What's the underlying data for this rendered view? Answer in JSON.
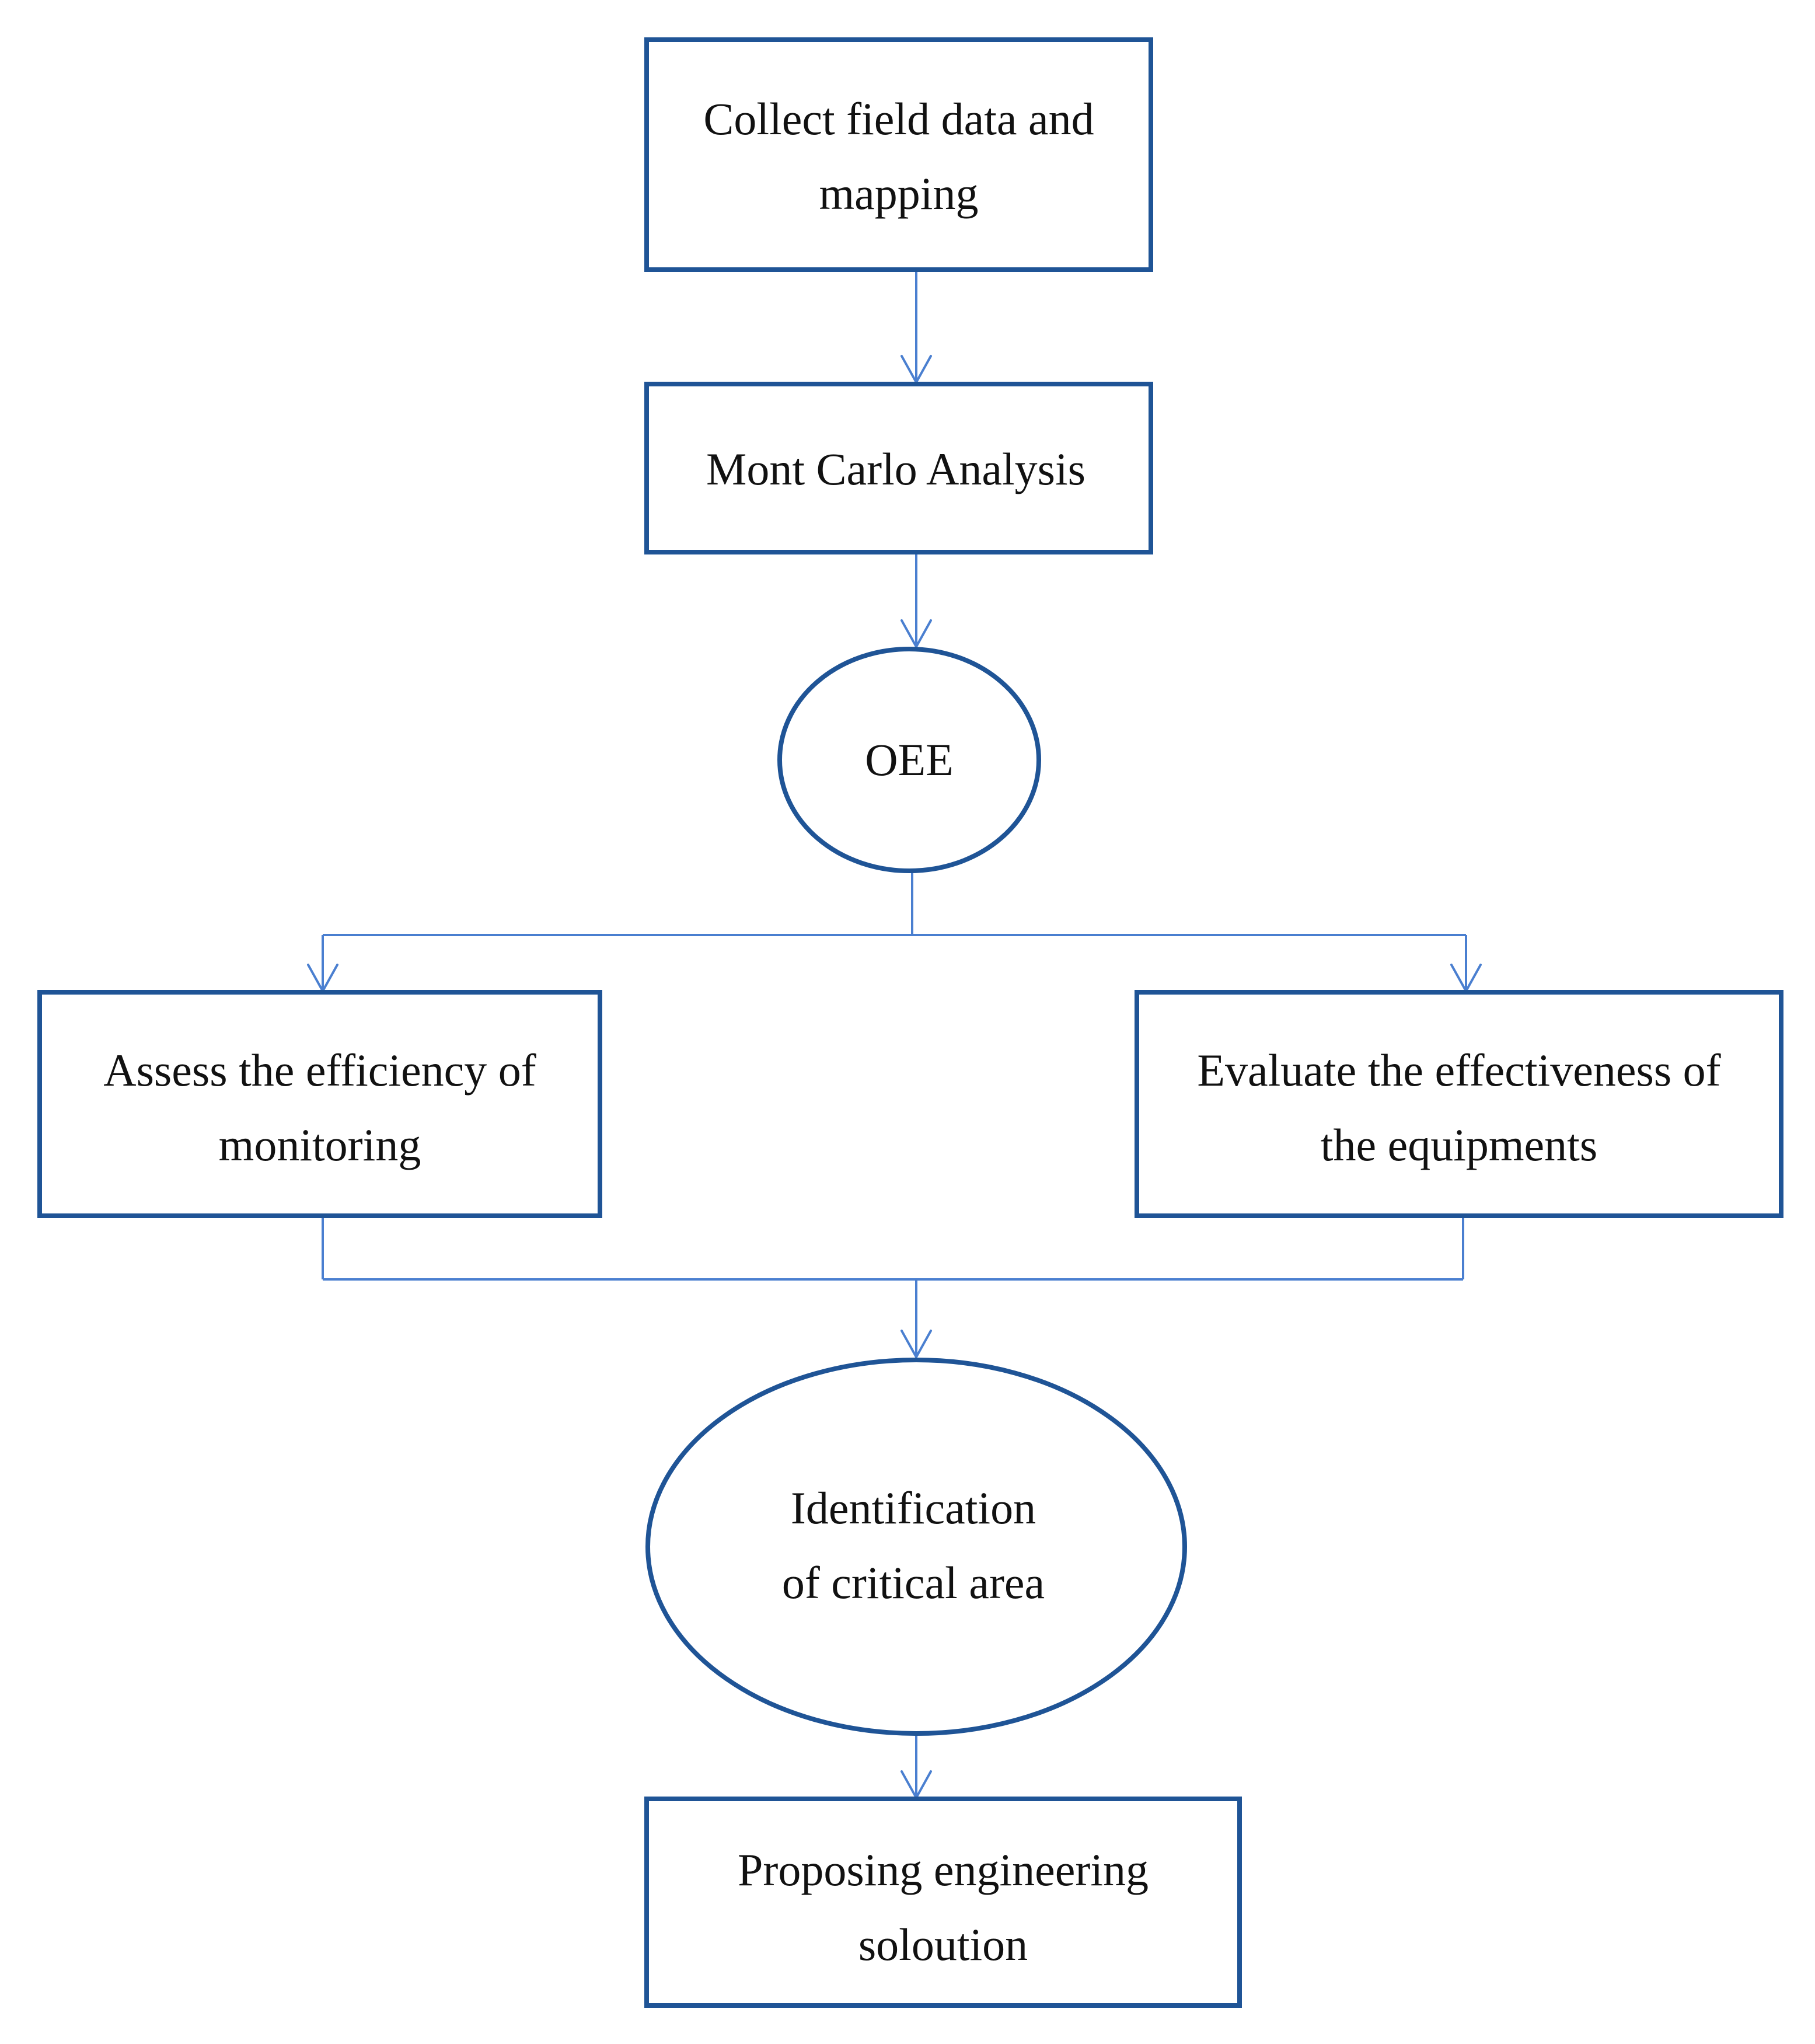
{
  "diagram": {
    "nodes": {
      "collect": {
        "shape": "rectangle",
        "lines": [
          "Collect field data and",
          "mapping"
        ]
      },
      "montecarlo": {
        "shape": "rectangle",
        "lines": [
          "Mont Carlo Analysis"
        ]
      },
      "oee": {
        "shape": "ellipse",
        "lines": [
          "OEE"
        ]
      },
      "assess": {
        "shape": "rectangle",
        "lines": [
          "Assess the efficiency of",
          "monitoring"
        ]
      },
      "evaluate": {
        "shape": "rectangle",
        "lines": [
          "Evaluate the effectiveness of",
          "the equipments"
        ]
      },
      "identification": {
        "shape": "ellipse",
        "lines": [
          "Identification",
          "of critical area"
        ]
      },
      "proposing": {
        "shape": "rectangle",
        "lines": [
          "Proposing engineering",
          "soloution"
        ]
      }
    },
    "edges": [
      {
        "from": "collect",
        "to": "montecarlo"
      },
      {
        "from": "montecarlo",
        "to": "oee"
      },
      {
        "from": "oee",
        "to": "assess"
      },
      {
        "from": "oee",
        "to": "evaluate"
      },
      {
        "from": "assess",
        "to": "identification"
      },
      {
        "from": "evaluate",
        "to": "identification"
      },
      {
        "from": "identification",
        "to": "proposing"
      }
    ],
    "colors": {
      "border": "#1f5496",
      "connector": "#4a7fd0",
      "text": "#111111",
      "background": "#ffffff"
    }
  }
}
